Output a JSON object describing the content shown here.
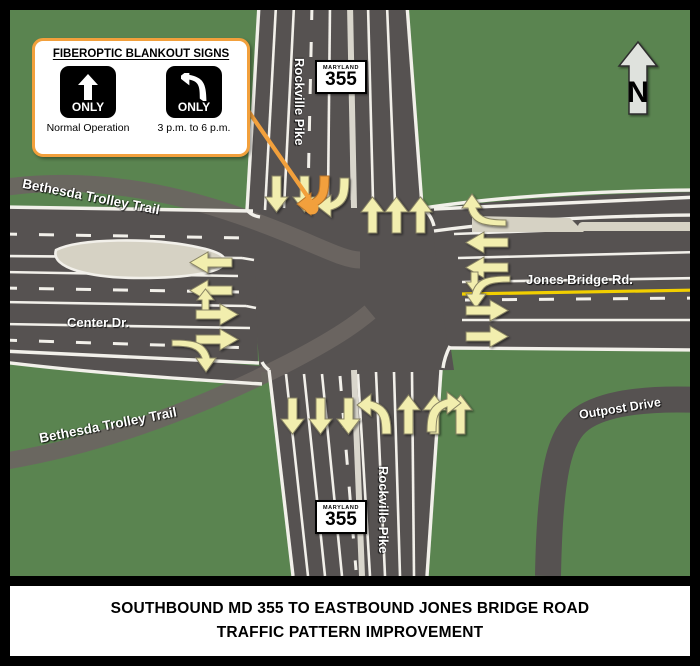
{
  "caption": {
    "line1": "SOUTHBOUND MD 355 TO EASTBOUND JONES BRIDGE ROAD",
    "line2": "TRAFFIC PATTERN IMPROVEMENT"
  },
  "legend": {
    "title": "FIBEROPTIC BLANKOUT SIGNS",
    "signs": [
      {
        "glyph": "up-arrow-icon",
        "only_label": "ONLY",
        "caption": "Normal Operation"
      },
      {
        "glyph": "left-turn-arrow-icon",
        "only_label": "ONLY",
        "caption": "3 p.m. to 6 p.m."
      }
    ],
    "border_color": "#f2a03c"
  },
  "compass": {
    "label": "N",
    "icon": "north-arrow-icon"
  },
  "shields": [
    {
      "id": "north",
      "state": "MARYLAND",
      "route": "355"
    },
    {
      "id": "south",
      "state": "MARYLAND",
      "route": "355"
    }
  ],
  "road_labels": {
    "rockville_pike_north": "Rockville Pike",
    "rockville_pike_south": "Rockville Pike",
    "jones_bridge_rd": "Jones Bridge Rd.",
    "center_dr": "Center Dr.",
    "trolley_trail_north": "Bethesda Trolley Trail",
    "trolley_trail_south": "Bethesda Trolley Trail",
    "outpost_drive": "Outpost Drive"
  },
  "colors": {
    "grass": "#5a8450",
    "pavement": "#565251",
    "lane_line": "#f2f0ea",
    "island": "#d6d2c4",
    "arrow_yellow": "#f2eeae",
    "arrow_highlight": "#f2a03c",
    "centerline_yellow": "#f2cf00",
    "trail": "#6b6561",
    "caption_bg": "#ffffff",
    "frame": "#000000"
  },
  "lane_arrows": {
    "md355_southbound_approach": [
      {
        "type": "through-down-arrow"
      },
      {
        "type": "through-down-arrow"
      },
      {
        "type": "left-turn-arrow",
        "highlight": true
      },
      {
        "type": "left-turn-arrow"
      }
    ],
    "md355_northbound_departure": [
      {
        "type": "through-up-arrow"
      },
      {
        "type": "through-up-arrow"
      },
      {
        "type": "through-up-arrow"
      }
    ],
    "md355_south_leg_southbound": [
      {
        "type": "through-down-arrow"
      },
      {
        "type": "through-down-arrow"
      },
      {
        "type": "through-down-arrow"
      }
    ],
    "md355_south_leg_northbound": [
      {
        "type": "left-turn-arrow"
      },
      {
        "type": "through-up-arrow"
      },
      {
        "type": "through-up-arrow"
      },
      {
        "type": "through-up-arrow"
      },
      {
        "type": "right-turn-arrow"
      }
    ],
    "jones_bridge_westbound": [
      {
        "type": "left-arrow"
      },
      {
        "type": "left-arrow-with-down"
      },
      {
        "type": "left-curve-arrow"
      }
    ],
    "jones_bridge_eastbound": [
      {
        "type": "right-arrow"
      },
      {
        "type": "right-arrow"
      }
    ],
    "jones_bridge_ne_departure": [
      {
        "type": "left-curve-arrow"
      }
    ],
    "center_dr_westbound": [
      {
        "type": "left-arrow"
      },
      {
        "type": "left-arrow"
      }
    ],
    "center_dr_eastbound": [
      {
        "type": "right-arrow-with-up"
      },
      {
        "type": "right-arrow"
      },
      {
        "type": "right-curve-arrow"
      }
    ],
    "center_dr_sw_departure": [
      {
        "type": "right-curve-arrow"
      }
    ]
  },
  "annotation": {
    "leader_line": "orange-leader-line",
    "target_dot": "orange-target-dot",
    "description": "connects blankout sign legend to southbound left-turn lane"
  }
}
